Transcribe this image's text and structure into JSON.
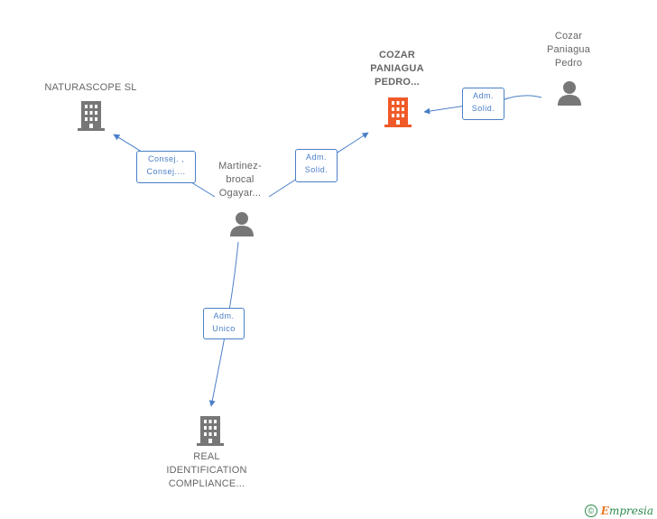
{
  "nodes": {
    "naturascope": {
      "label_lines": [
        "NATURASCOPE SL"
      ],
      "type": "company"
    },
    "cozar_company": {
      "label_lines": [
        "COZAR",
        "PANIAGUA",
        "PEDRO..."
      ],
      "type": "company",
      "focus": true
    },
    "cozar_person": {
      "label_lines": [
        "Cozar",
        "Paniagua",
        "Pedro"
      ],
      "type": "person"
    },
    "martinez": {
      "label_lines": [
        "Martinez-",
        "brocal",
        "Ogayar..."
      ],
      "type": "person"
    },
    "real_identification": {
      "label_lines": [
        "REAL",
        "IDENTIFICATION",
        "COMPLIANCE..."
      ],
      "type": "company"
    }
  },
  "edges": [
    {
      "id": "e1",
      "from": "martinez",
      "to": "naturascope",
      "label_lines": [
        "Consej. ,",
        "Consej...."
      ]
    },
    {
      "id": "e2",
      "from": "martinez",
      "to": "cozar_company",
      "label_lines": [
        "Adm.",
        "Solid."
      ]
    },
    {
      "id": "e3",
      "from": "cozar_person",
      "to": "cozar_company",
      "label_lines": [
        "Adm.",
        "Solid."
      ]
    },
    {
      "id": "e4",
      "from": "martinez",
      "to": "real_identification",
      "label_lines": [
        "Adm.",
        "Unico"
      ]
    }
  ],
  "colors": {
    "company": "#777777",
    "focus_company": "#f05a28",
    "person": "#777777",
    "edge": "#4a7fc8"
  },
  "icons": {
    "company": "building-icon",
    "person": "person-icon"
  },
  "footer": {
    "copyright_symbol": "©",
    "brand_initial": "E",
    "brand_rest": "mpresia"
  }
}
